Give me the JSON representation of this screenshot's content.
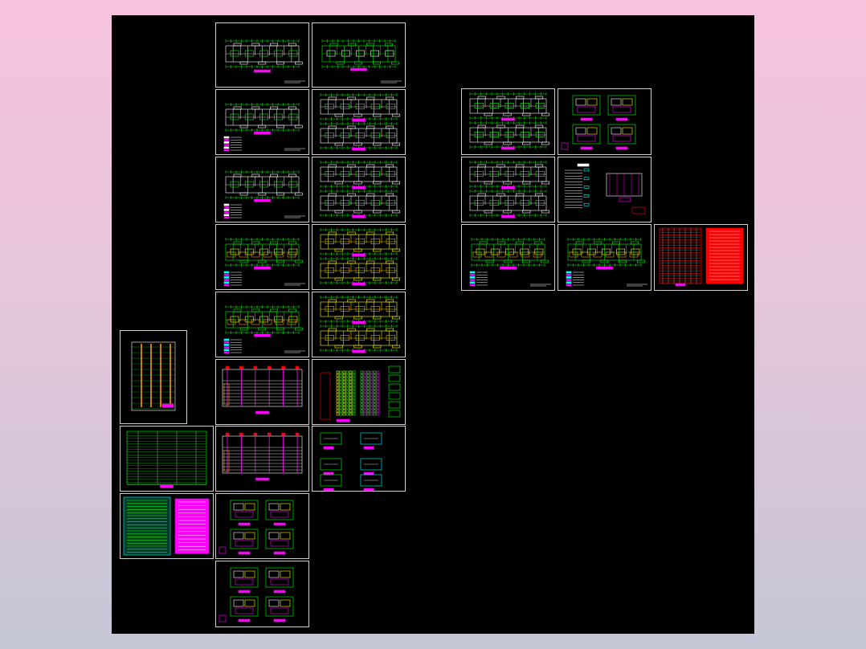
{
  "viewer": {
    "background_top": "#f7c3dd",
    "background_bottom": "#c4c6d6",
    "canvas_color": "#000000"
  },
  "palette": {
    "green": "#00ff00",
    "magenta": "#ff00ff",
    "red": "#ff0000",
    "orange": "#ff9900",
    "yellow": "#ffff00",
    "cyan": "#00ffff",
    "white": "#ffffff",
    "frame": "#cfcfcf"
  },
  "sheets": [
    {
      "id": "s01",
      "kind": "floor-plan-light"
    },
    {
      "id": "s02",
      "kind": "floor-plan-green"
    },
    {
      "id": "s03",
      "kind": "floor-plan-notes"
    },
    {
      "id": "s04",
      "kind": "double-plan"
    },
    {
      "id": "s05",
      "kind": "floor-plan-notes"
    },
    {
      "id": "s06",
      "kind": "double-plan"
    },
    {
      "id": "s07",
      "kind": "floor-plan-yellow"
    },
    {
      "id": "s08",
      "kind": "double-plan-yellow"
    },
    {
      "id": "s09",
      "kind": "floor-plan-yellow"
    },
    {
      "id": "s10",
      "kind": "double-plan-yellow"
    },
    {
      "id": "s11",
      "kind": "riser-diagram"
    },
    {
      "id": "s12",
      "kind": "system-diagram"
    },
    {
      "id": "s13",
      "kind": "riser-diagram"
    },
    {
      "id": "s14",
      "kind": "detail-sheet"
    },
    {
      "id": "s15",
      "kind": "tall-riser"
    },
    {
      "id": "s16",
      "kind": "green-schedule"
    },
    {
      "id": "s17",
      "kind": "spec-notes"
    },
    {
      "id": "s18",
      "kind": "unit-plans"
    },
    {
      "id": "s19",
      "kind": "unit-plans"
    },
    {
      "id": "s20",
      "kind": "double-plan"
    },
    {
      "id": "s21",
      "kind": "unit-plans"
    },
    {
      "id": "s22",
      "kind": "double-plan"
    },
    {
      "id": "s23",
      "kind": "legend-sheet"
    },
    {
      "id": "s24",
      "kind": "floor-plan-yellow"
    },
    {
      "id": "s25",
      "kind": "floor-plan-yellow"
    },
    {
      "id": "s26",
      "kind": "red-table"
    }
  ]
}
